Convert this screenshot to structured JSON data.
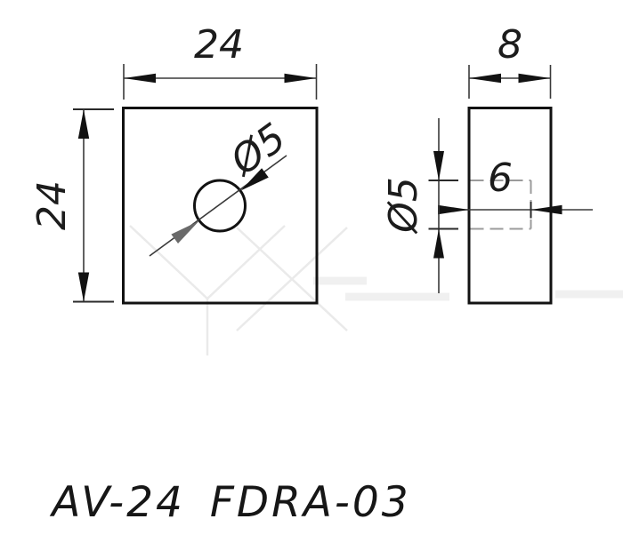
{
  "part": {
    "code": "AV-24 FDRA-03"
  },
  "front_view": {
    "width_dim": "24",
    "height_dim": "24",
    "hole_diameter_dim": "Ø5"
  },
  "side_view": {
    "thickness_dim": "8",
    "hole_depth_dim": "6",
    "hole_diameter_dim": "Ø5"
  },
  "colors": {
    "outline": "#121212",
    "dimension_lines": "#3a3a3a",
    "hidden_hole_dash": "#9b9b9b",
    "gray_arrow": "#6a6a6a",
    "watermark": "#eaeaea",
    "background": "#ffffff"
  }
}
